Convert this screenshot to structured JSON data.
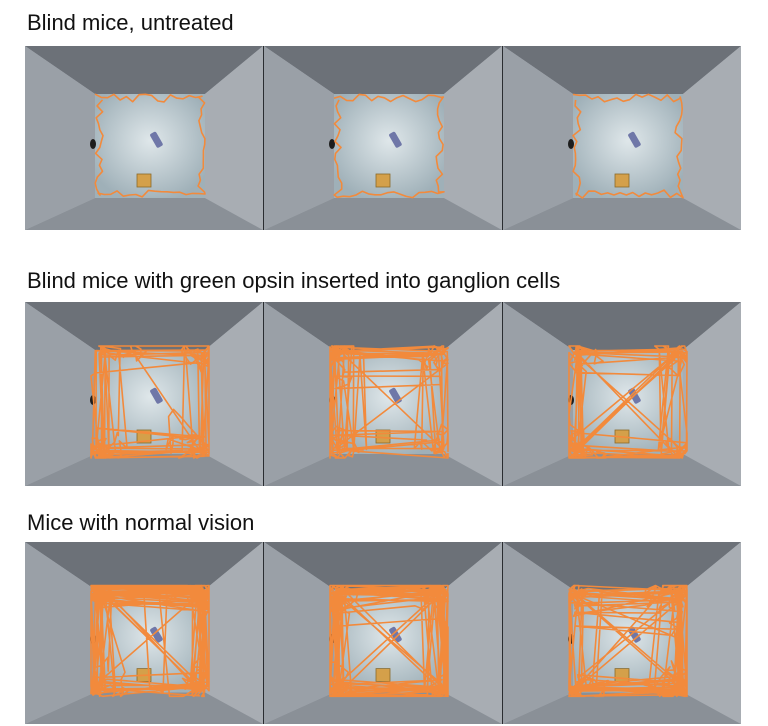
{
  "sections": [
    {
      "title": "Blind mice, untreated",
      "track_color": "#f28a3c",
      "activity": "low"
    },
    {
      "title": "Blind mice with green opsin inserted into ganglion cells",
      "track_color": "#f28a3c",
      "activity": "medium"
    },
    {
      "title": "Mice with normal vision",
      "track_color": "#f28a3c",
      "activity": "high"
    }
  ],
  "panel_icons": [
    "open-box-arena-icon",
    "mouse-track-icon",
    "cube-object-icon",
    "cylinder-object-icon"
  ]
}
